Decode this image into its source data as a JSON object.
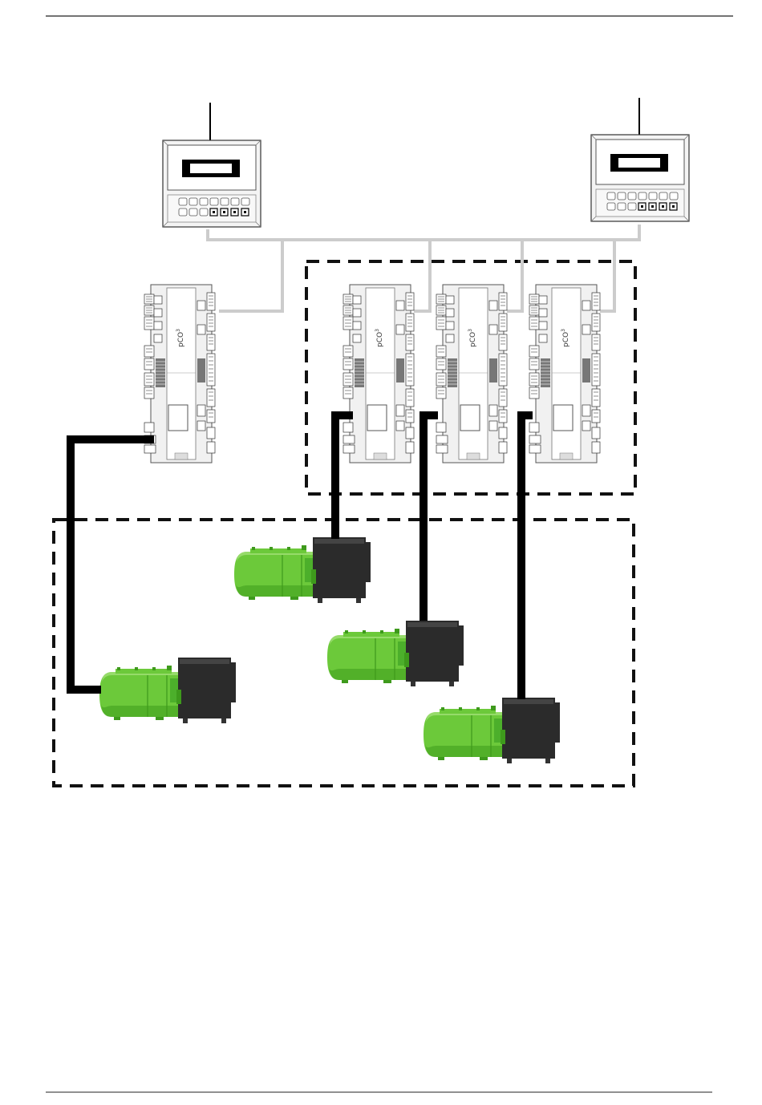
{
  "diagram": {
    "controller_brand": "pCO",
    "controller_brand_superscript": "3",
    "colors": {
      "rule_line": "#222222",
      "bus_cable": "#cccccc",
      "power_cable": "#000000",
      "dashed_boundary": "#111111",
      "compressor_body": "#6cc93a",
      "compressor_shade": "#3e9a1c",
      "compressor_terminal_box": "#2b2b2b",
      "controller_housing": "#f1f1f1",
      "controller_outline": "#555555",
      "terminal_green": "#3a3a3a"
    },
    "counts": {
      "terminals": 2,
      "controllers": 4,
      "compressors": 4
    },
    "icons": {
      "terminal": "display-terminal-icon",
      "controller": "pco3-controller-icon",
      "compressor": "screw-compressor-icon"
    }
  }
}
